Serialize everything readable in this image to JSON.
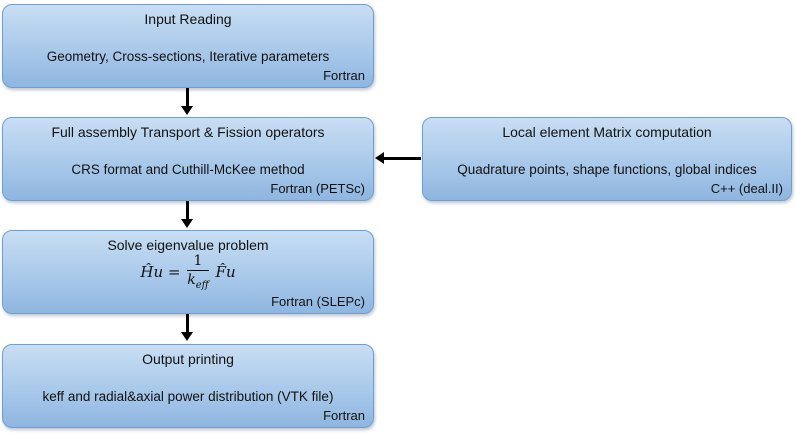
{
  "boxes": {
    "input_reading": {
      "title": "Input Reading",
      "detail": "Geometry, Cross-sections, Iterative parameters",
      "lang": "Fortran"
    },
    "assembly": {
      "title": "Full assembly Transport & Fission operators",
      "detail": "CRS format and Cuthill-McKee method",
      "lang": "Fortran (PETSc)"
    },
    "local_matrix": {
      "title": "Local element Matrix computation",
      "detail": "Quadrature points, shape functions, global indices",
      "lang": "C++ (deal.II)"
    },
    "eigen": {
      "title": "Solve eigenvalue problem",
      "equation": {
        "lhs": "Ĥu =",
        "numerator": "1",
        "denominator": "k",
        "denominator_sub": "eff",
        "rhs": "F̂u"
      },
      "lang": "Fortran (SLEPc)"
    },
    "output": {
      "title": "Output printing",
      "detail": "keff and radial&axial power distribution (VTK file)",
      "lang": "Fortran"
    }
  }
}
